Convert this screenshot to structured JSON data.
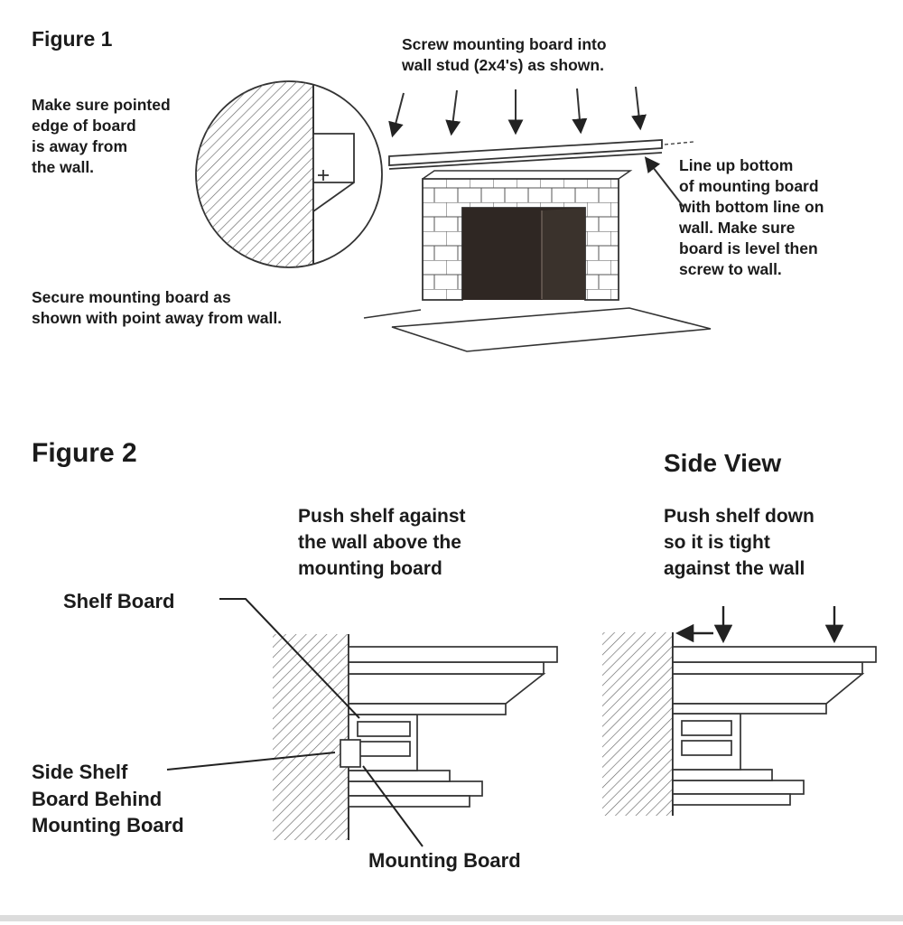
{
  "figure1": {
    "title": "Figure 1",
    "note_pointed_edge": "Make sure pointed\nedge of board\nis away from\nthe wall.",
    "note_screw_board": "Screw mounting board into\nwall stud (2x4's) as shown.",
    "note_line_up": "Line up bottom\nof mounting board\nwith bottom line on\nwall. Make sure\nboard is level then\nscrew to wall.",
    "note_secure": "Secure mounting board as\nshown with point away from wall."
  },
  "figure2": {
    "title": "Figure 2",
    "side_view_title": "Side View",
    "note_push_against": "Push shelf against\nthe wall above the\nmounting board",
    "note_push_down": "Push shelf down\nso it is tight\nagainst the wall",
    "label_shelf_board": "Shelf Board",
    "label_side_shelf": "Side Shelf\nBoard Behind\nMounting Board",
    "label_mounting_board": "Mounting Board"
  },
  "colors": {
    "line": "#333333",
    "text": "#1b1b1b",
    "firebox_dark": "#2f2723",
    "firebox_shadow": "#3a322c"
  }
}
